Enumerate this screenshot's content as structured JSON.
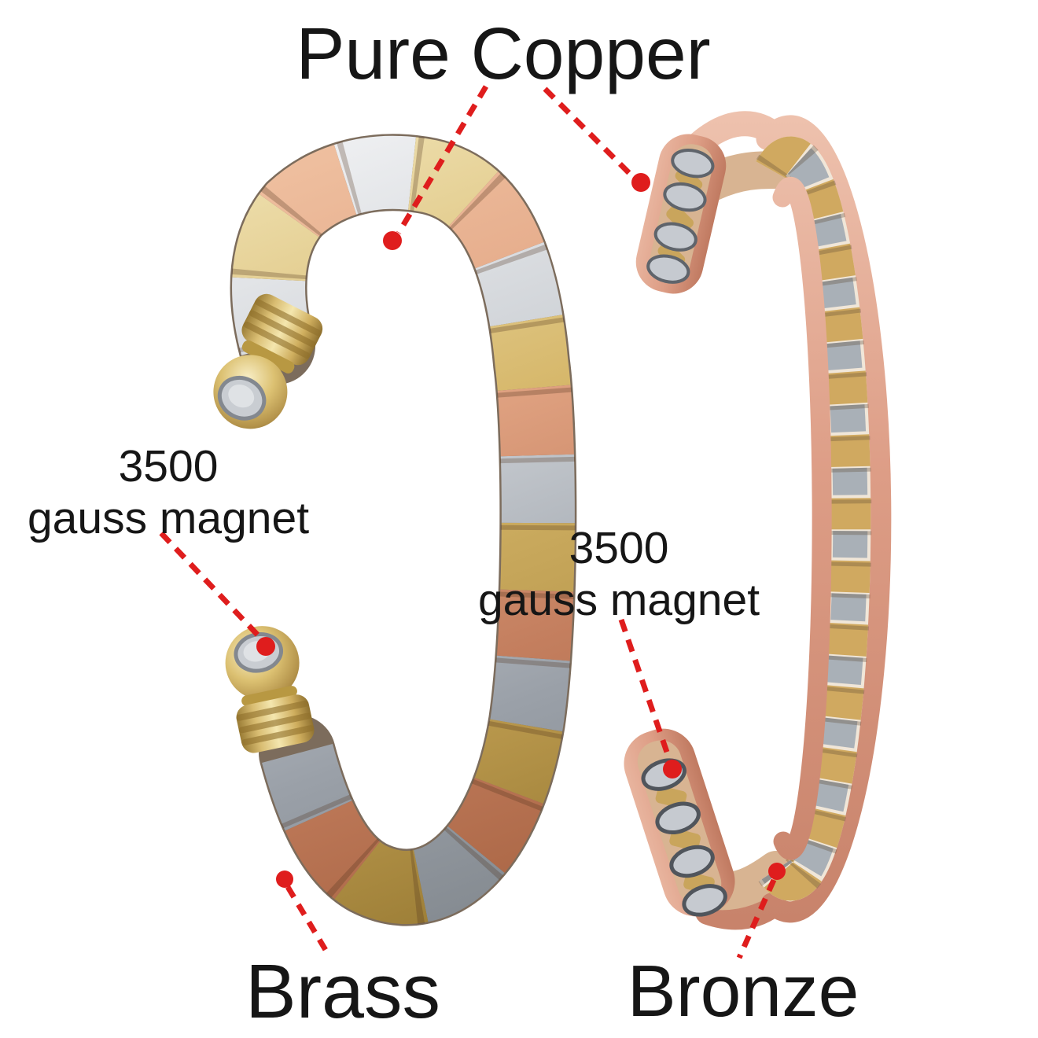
{
  "figure": {
    "kind": "annotated product photo",
    "subject": "two magnetic copper bracelets with material callouts",
    "background": "#ffffff"
  },
  "labels": {
    "title": "Pure Copper",
    "magnet_label_left": {
      "line1": "3500",
      "line2": "gauss magnet"
    },
    "magnet_label_center": {
      "line1": "3500",
      "line2": "gauss magnet"
    },
    "material_label_left": "Brass",
    "material_label_right": "Bronze"
  },
  "colors": {
    "text": "#161616",
    "callout": "#df1d1d",
    "copper_light": "#f2c9ad",
    "copper": "#dc9d82",
    "copper_deep": "#b4714f",
    "gold_brass": "#cfae62",
    "silver": "#c3c7cc",
    "magnet_face": "#ced2d6",
    "background": "#ffffff"
  }
}
